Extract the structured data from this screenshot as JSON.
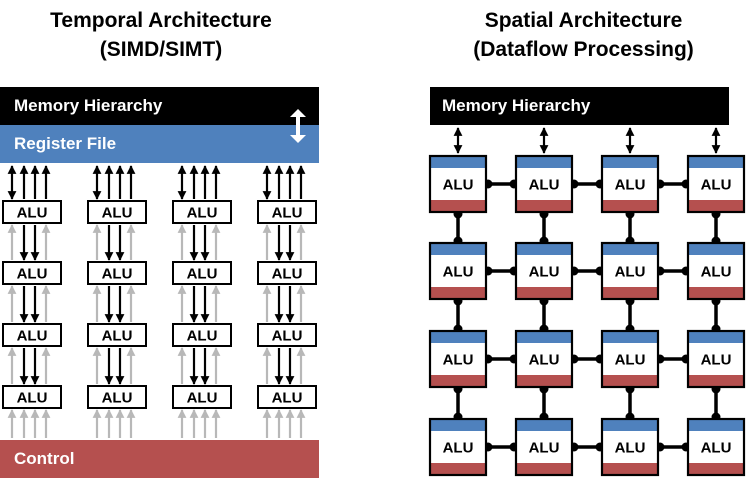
{
  "temporal": {
    "title_line1": "Temporal Architecture",
    "title_line2": "(SIMD/SIMT)",
    "memory_label": "Memory Hierarchy",
    "register_label": "Register File",
    "control_label": "Control",
    "alu_label": "ALU",
    "columns": 4,
    "rows": 4
  },
  "spatial": {
    "title_line1": "Spatial Architecture",
    "title_line2": "(Dataflow Processing)",
    "memory_label": "Memory Hierarchy",
    "alu_label": "ALU",
    "columns": 4,
    "rows": 4
  },
  "colors": {
    "register_blue": "#4f81bd",
    "control_red": "#b5504f",
    "black": "#000000",
    "gray_arrow": "#b8b8b8",
    "white": "#ffffff"
  }
}
